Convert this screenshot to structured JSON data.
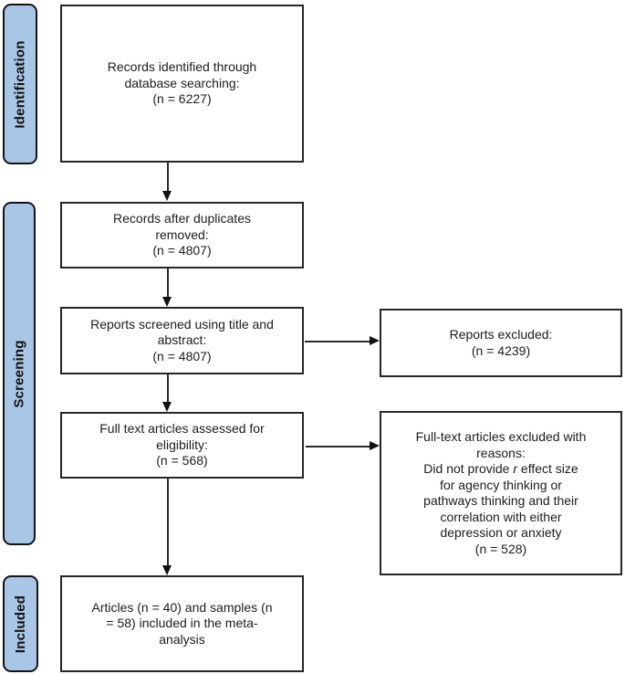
{
  "stages": [
    {
      "label": "Identification"
    },
    {
      "label": "Screening"
    },
    {
      "label": "Included"
    }
  ],
  "boxes": {
    "identified": "Records identified through\ndatabase searching:\n(n = 6227)",
    "deduplicated": "Records after duplicates\nremoved:\n(n = 4807)",
    "screened": "Reports screened using title and\nabstract:\n(n = 4807)",
    "fulltext": "Full text articles assessed for\neligibility:\n(n = 568)",
    "included": "Articles (n = 40) and samples (n\n= 58) included in the meta-\nanalysis",
    "reports_excluded": "Reports excluded:\n(n = 4239)"
  },
  "fulltext_excluded": {
    "before_italic": "Full-text articles excluded with\nreasons:\nDid not provide ",
    "italic_term": "r",
    "after_italic": " effect size\nfor agency thinking or\npathways thinking and their\ncorrelation with either\ndepression or anxiety\n(n = 528)"
  },
  "colors": {
    "stage_fill": "#a9c6e6",
    "box_border": "#262626",
    "arrow": "#111111",
    "background": "#ffffff"
  }
}
